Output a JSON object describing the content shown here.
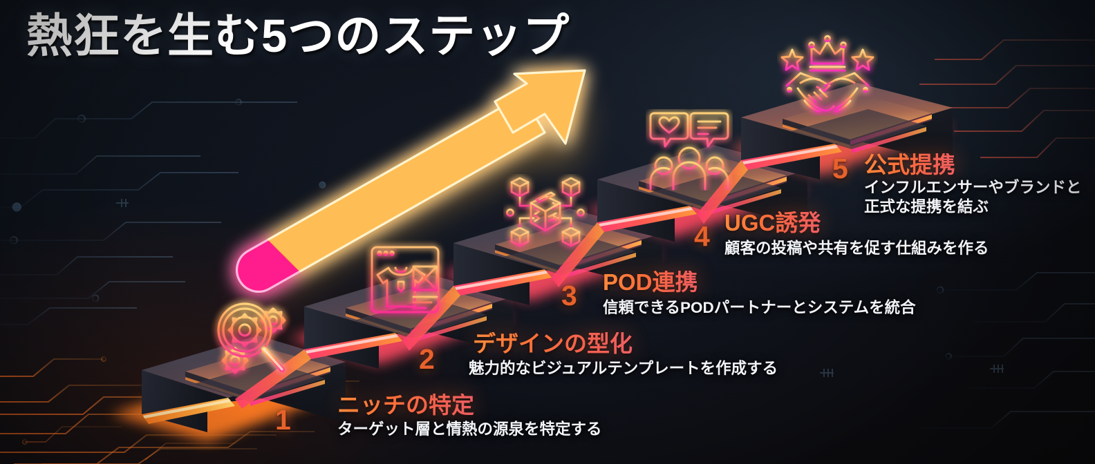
{
  "title": "熱狂を生む5つのステップ",
  "theme": {
    "background_dark": "#0b1018",
    "accent_orange": "#e8622c",
    "accent_pink": "#ff2e9a",
    "accent_amber": "#ffb347",
    "desc_text": "#f2f4f8",
    "title_text": "#ffffff"
  },
  "arrow": {
    "name": "growth-arrow",
    "direction": "up-right",
    "gradient_from": "#ff1f8f",
    "gradient_to": "#ffb347"
  },
  "steps": [
    {
      "number": "1",
      "title": "ニッチの特定",
      "desc_lines": [
        "ターゲット層と情熱の源泉を特定する"
      ],
      "icon": "magnifier-gears-icon"
    },
    {
      "number": "2",
      "title": "デザインの型化",
      "desc_lines": [
        "魅力的なビジュアルテンプレートを作成する"
      ],
      "icon": "tshirt-design-window-icon"
    },
    {
      "number": "3",
      "title": "POD連携",
      "desc_lines": [
        "信頼できるPODパートナーとシステムを統合"
      ],
      "icon": "package-network-icon"
    },
    {
      "number": "4",
      "title": "UGC誘発",
      "desc_lines": [
        "顧客の投稿や共有を促す仕組みを作る"
      ],
      "icon": "people-chat-bubbles-icon"
    },
    {
      "number": "5",
      "title": "公式提携",
      "desc_lines": [
        "インフルエンサーやブランドと",
        "正式な提携を結ぶ"
      ],
      "icon": "handshake-crown-icon"
    }
  ]
}
